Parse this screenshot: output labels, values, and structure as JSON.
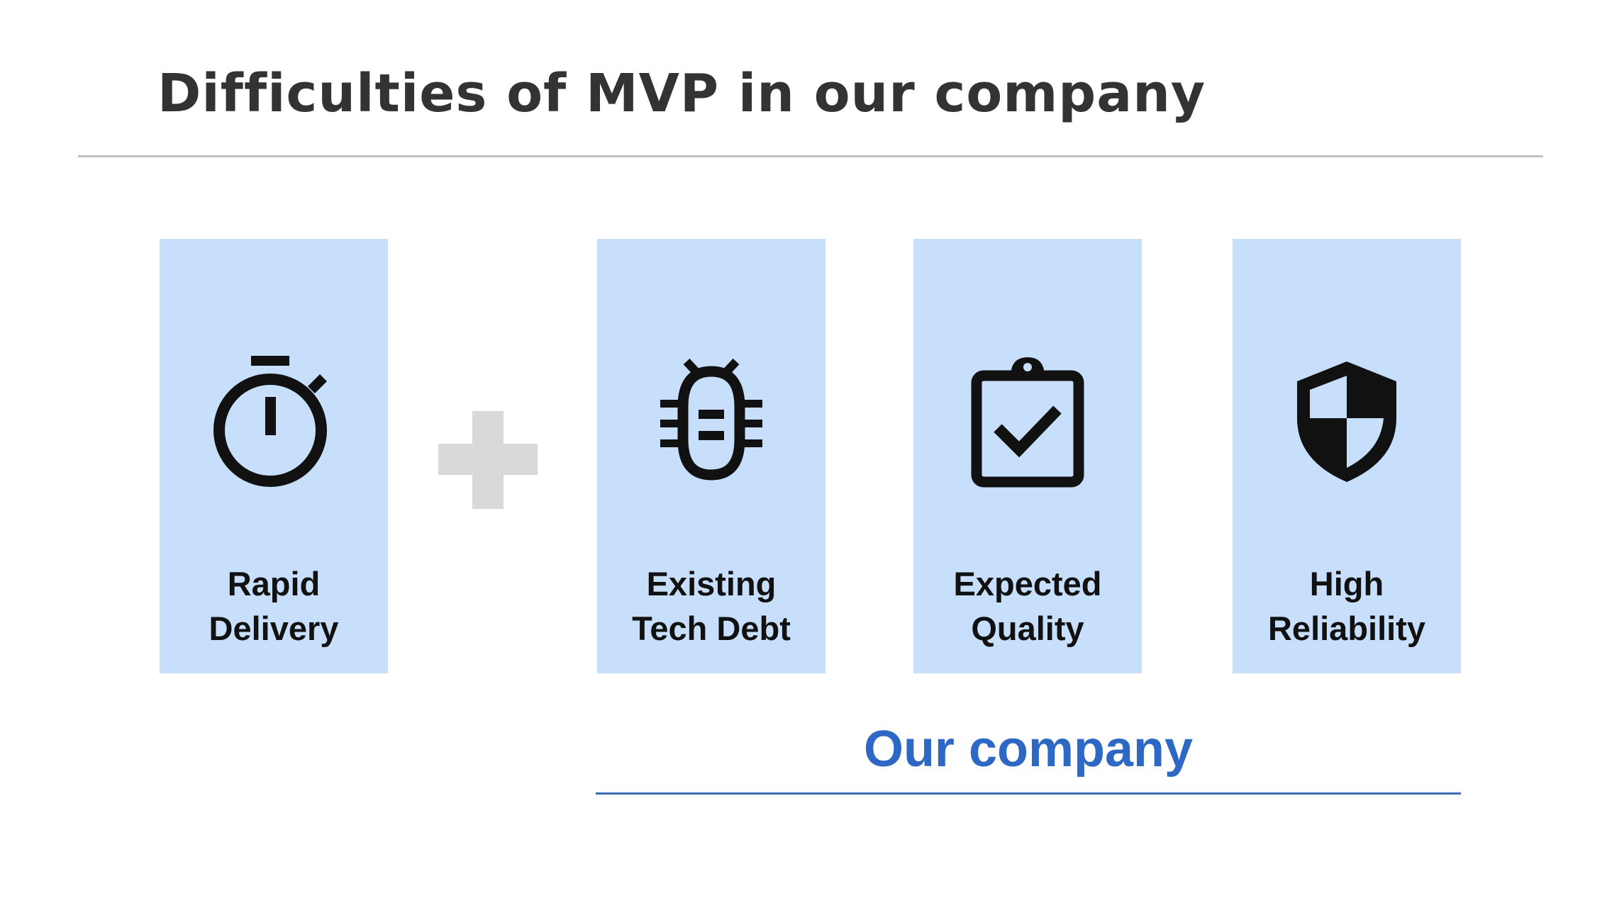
{
  "slide": {
    "title": "Difficulties of MVP in our company"
  },
  "cards": [
    {
      "label": "Rapid\nDelivery",
      "icon": "stopwatch-icon"
    },
    {
      "label": "Existing\nTech Debt",
      "icon": "bug-icon"
    },
    {
      "label": "Expected\nQuality",
      "icon": "clipboard-check-icon"
    },
    {
      "label": "High\nReliability",
      "icon": "shield-icon"
    }
  ],
  "group": {
    "label": "Our company"
  },
  "colors": {
    "card_background": "#c7dffa",
    "accent": "#2d68c4",
    "plus": "#d9d9d9",
    "title": "#333333"
  }
}
